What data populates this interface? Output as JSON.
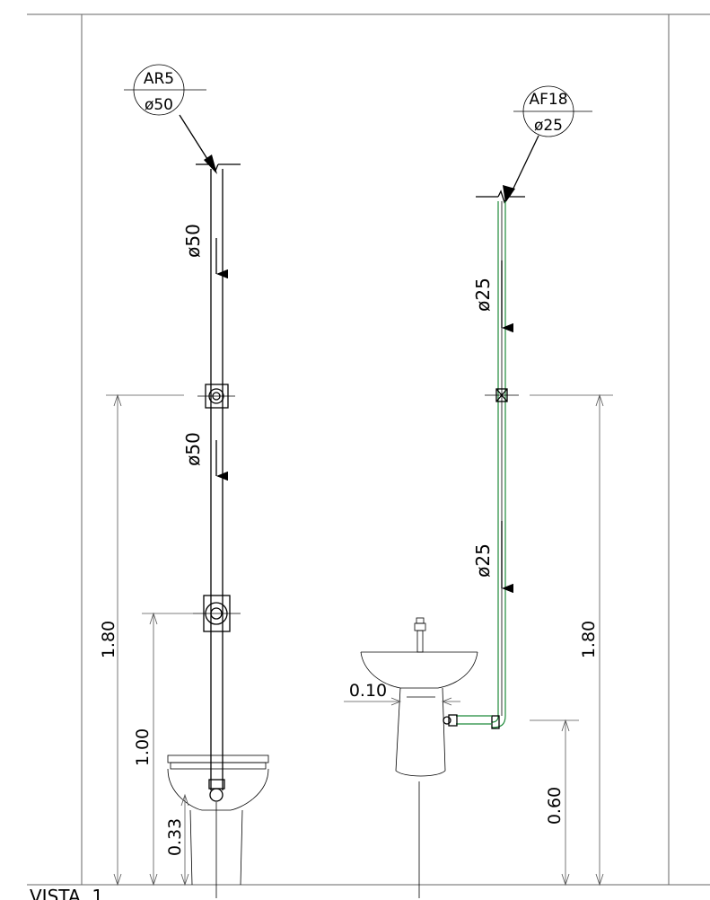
{
  "view_title": "VISTA  1",
  "tags": {
    "drain": {
      "code": "AR5",
      "diameter": "ø50"
    },
    "water": {
      "code": "AF18",
      "diameter": "ø25"
    }
  },
  "pipe_labels": {
    "drain_upper": "ø50",
    "drain_lower": "ø50",
    "water_upper": "ø25",
    "water_lower": "ø25"
  },
  "dimensions": {
    "drain_total": "1.80",
    "drain_fitting": "1.00",
    "toilet_outlet": "0.33",
    "basin_offset": "0.10",
    "water_total": "1.80",
    "basin_supply": "0.60"
  },
  "colors": {
    "water_pipe": "#1f8a3a",
    "lines": "#000000",
    "wall": "#666666"
  }
}
